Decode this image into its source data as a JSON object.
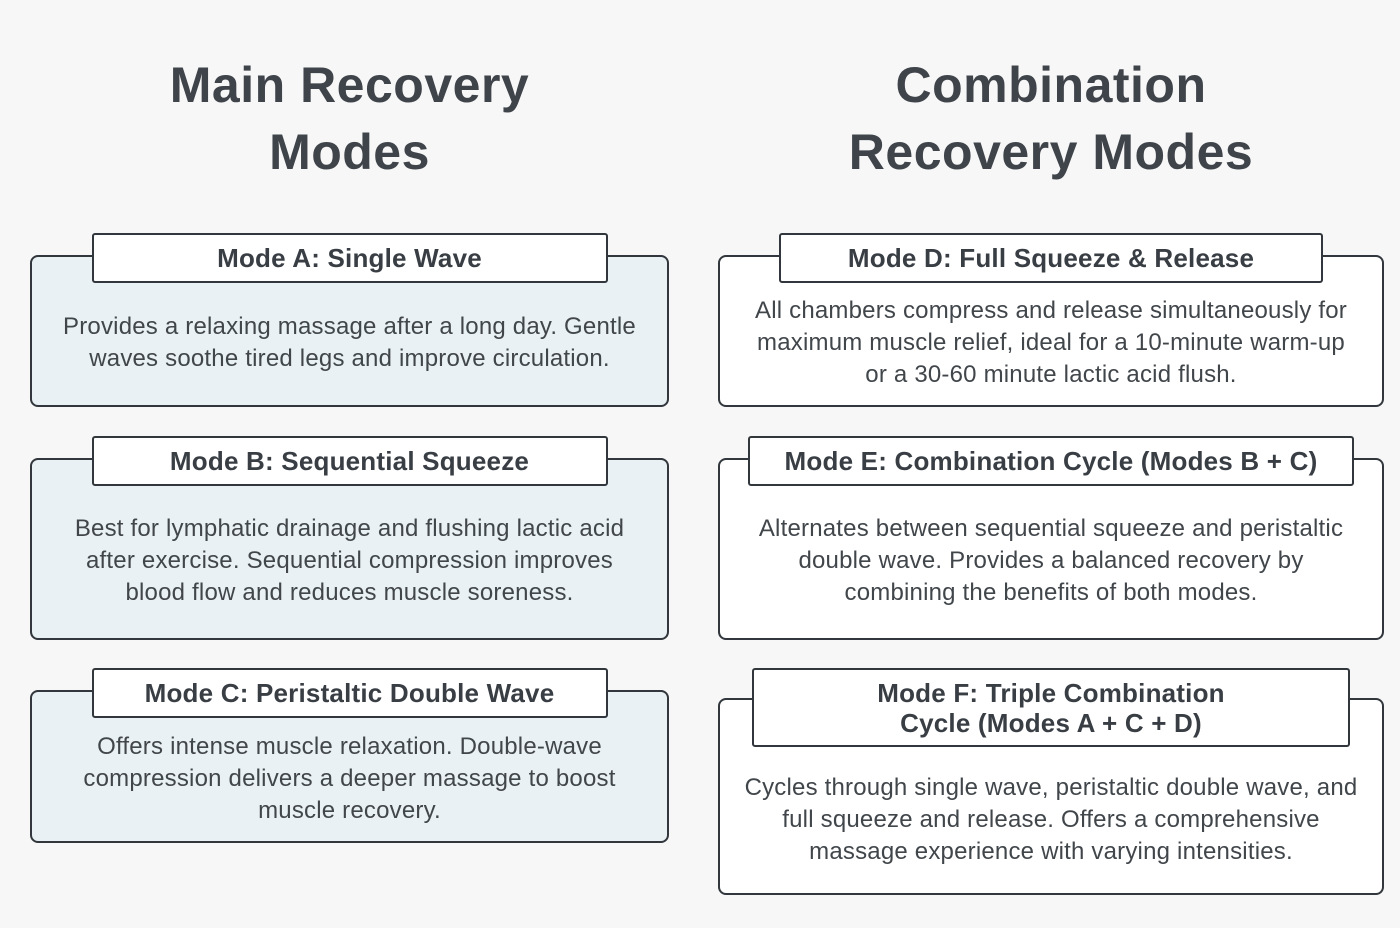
{
  "page": {
    "background_color": "#f7f7f8",
    "card_border_color": "#31373c",
    "left_card_fill": "#e9f1f4",
    "right_card_fill": "#ffffff",
    "text_color": "#41464b"
  },
  "columns": [
    {
      "title": "Main Recovery\nModes",
      "modes": [
        {
          "title": "Mode A: Single Wave",
          "description": "Provides a relaxing massage after a long day. Gentle waves soothe tired legs and improve circulation."
        },
        {
          "title": "Mode B: Sequential Squeeze",
          "description": "Best for lymphatic drainage and flushing lactic acid after exercise. Sequential compression improves blood flow and reduces muscle soreness."
        },
        {
          "title": "Mode C: Peristaltic Double Wave",
          "description": "Offers intense muscle relaxation. Double-wave compression delivers a deeper massage to boost muscle recovery."
        }
      ]
    },
    {
      "title": "Combination\nRecovery Modes",
      "modes": [
        {
          "title": "Mode D: Full Squeeze & Release",
          "description": "All chambers compress and release simultaneously for maximum muscle relief, ideal for a 10-minute warm-up or a 30-60 minute lactic acid flush."
        },
        {
          "title": "Mode E: Combination Cycle (Modes B + C)",
          "description": "Alternates between sequential squeeze and peristaltic double wave. Provides a balanced recovery by combining the benefits of both modes."
        },
        {
          "title": "Mode F: Triple Combination\nCycle (Modes A + C + D)",
          "description": "Cycles through single wave, peristaltic double wave, and full squeeze and release. Offers a comprehensive massage experience with varying intensities."
        }
      ]
    }
  ]
}
